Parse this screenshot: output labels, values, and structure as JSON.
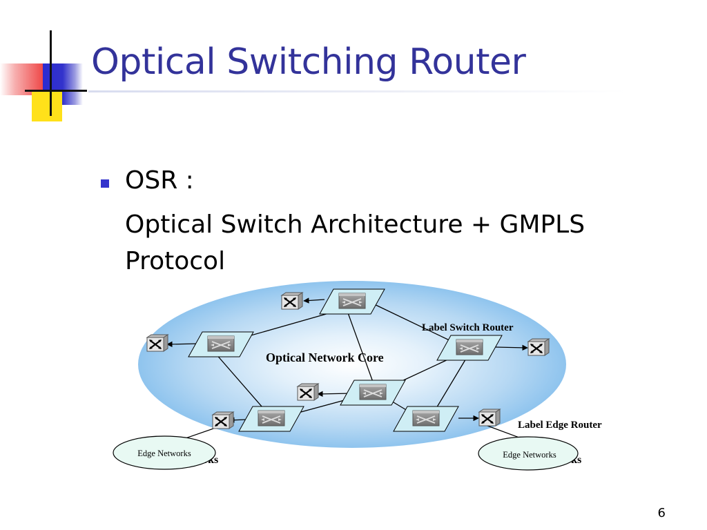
{
  "slide": {
    "title": "Optical Switching Router",
    "bullet_heading": "OSR :",
    "bullet_line_1": "Optical Switch Architecture + GMPLS",
    "bullet_line_2": "Protocol",
    "page_number": "6"
  },
  "diagram": {
    "core_label": "Optical Network Core",
    "label_switch_router": "Label Switch Router",
    "label_edge_router": "Label  Edge Router",
    "edge_network_left": "Edge Networks",
    "edge_network_right": "Edge Networks",
    "edge_network_left_shadow": "rks",
    "edge_network_right_shadow": "rks",
    "colors": {
      "core_ellipse": "#8fc4ee",
      "switch_fill": "#cfeef5",
      "edge_bubble": "#e8f9f3",
      "title": "#33339a",
      "bullet": "#3333cc"
    },
    "icons": [
      "label-switch-router-icon",
      "label-edge-router-icon"
    ]
  }
}
